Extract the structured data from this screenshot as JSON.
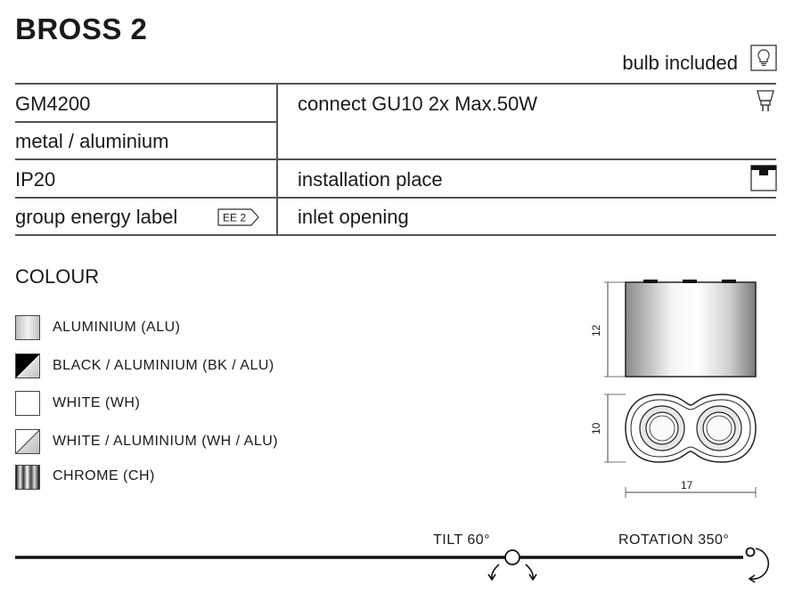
{
  "product": {
    "title": "BROSS 2",
    "bulb_text": "bulb included"
  },
  "specs": {
    "code": "GM4200",
    "material": "metal / aluminium",
    "ip": "IP20",
    "energy_label": "group energy label",
    "energy_badge": "EE 2",
    "connect": "connect GU10 2x Max.50W",
    "installation": "installation place",
    "inlet": "inlet opening"
  },
  "colour": {
    "title": "COLOUR",
    "items": [
      {
        "label": "ALUMINIUM (ALU)",
        "swatch": "aluminium"
      },
      {
        "label": "BLACK / ALUMINIUM (BK / ALU)",
        "swatch": "black-aluminium"
      },
      {
        "label": "WHITE (WH)",
        "swatch": "white"
      },
      {
        "label": "WHITE / ALUMINIUM (WH / ALU)",
        "swatch": "white-aluminium"
      },
      {
        "label": "CHROME (CH)",
        "swatch": "chrome"
      }
    ]
  },
  "dimensions": {
    "height": "12",
    "depth": "10",
    "width": "17"
  },
  "motion": {
    "tilt": "TILT 60°",
    "rotation": "ROTATION 350°"
  },
  "icons": [
    "bulb-icon",
    "gu10-icon",
    "installation-ceiling-icon",
    "tilt-arrows-icon",
    "rotation-arrow-icon"
  ],
  "colors": {
    "text": "#1a1a1a",
    "line": "#555555",
    "black": "#000000"
  }
}
